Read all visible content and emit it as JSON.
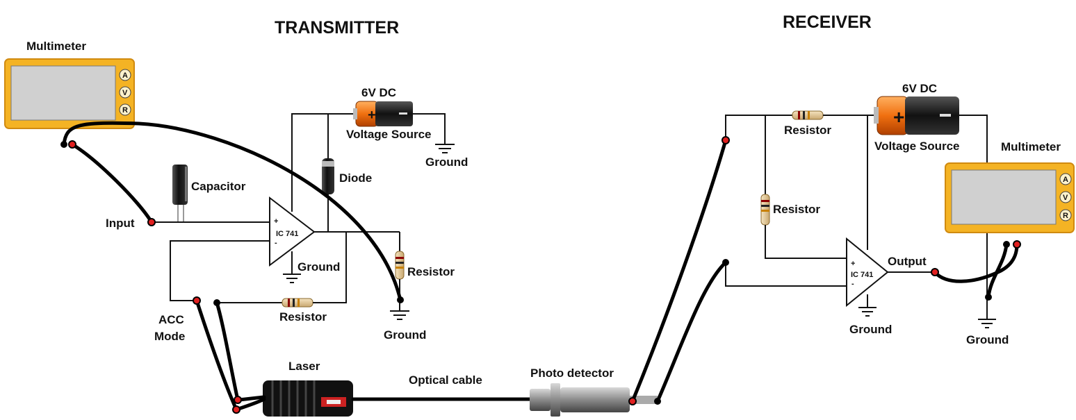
{
  "transmitter": {
    "title": "TRANSMITTER",
    "multimeter_label": "Multimeter",
    "meter_buttons": [
      "A",
      "V",
      "R"
    ],
    "capacitor_label": "Capacitor",
    "input_label": "Input",
    "battery_voltage": "6V DC",
    "battery_label": "Voltage Source",
    "battery_ground": "Ground",
    "diode_label": "Diode",
    "opamp_label": "IC 741",
    "opamp_plus": "+",
    "opamp_minus": "-",
    "opamp_ground": "Ground",
    "resistor_right": "Resistor",
    "resistor_bottom": "Resistor",
    "ground_bottom": "Ground",
    "acc_line1": "ACC",
    "acc_line2": "Mode",
    "laser_label": "Laser"
  },
  "link": {
    "cable_label": "Optical cable",
    "detector_label": "Photo detector"
  },
  "receiver": {
    "title": "RECEIVER",
    "resistor_top": "Resistor",
    "battery_voltage": "6V DC",
    "battery_label": "Voltage Source",
    "multimeter_label": "Multimeter",
    "meter_buttons": [
      "A",
      "V",
      "R"
    ],
    "resistor_mid": "Resistor",
    "output_label": "Output",
    "opamp_label": "IC 741",
    "opamp_plus": "+",
    "opamp_minus": "-",
    "opamp_ground": "Ground",
    "meter_ground": "Ground"
  }
}
